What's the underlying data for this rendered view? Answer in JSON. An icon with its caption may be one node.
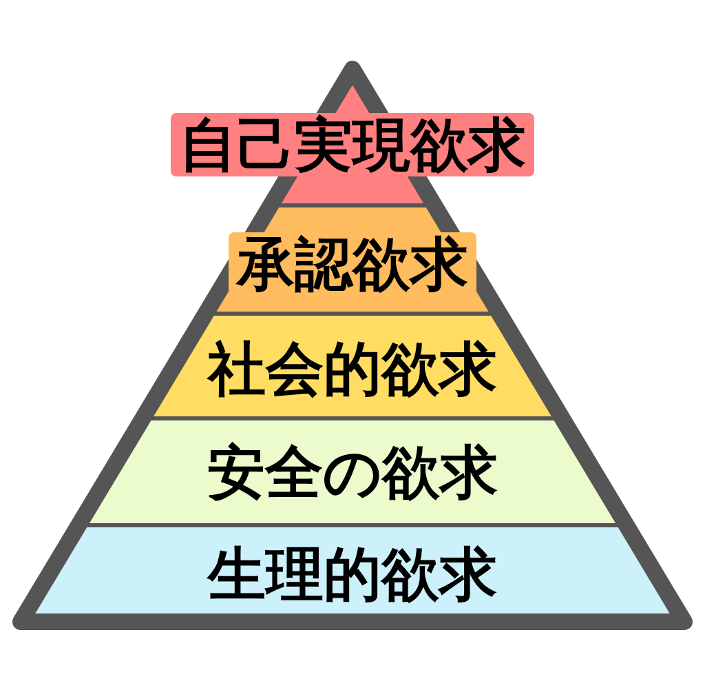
{
  "diagram": {
    "nodes": [
      {
        "text": [
          "自己実現欲求"
        ]
      },
      {
        "text": [
          "承認欲求"
        ]
      },
      {
        "text": [
          "社会的欲求"
        ]
      },
      {
        "text": [
          "安全の欲求"
        ]
      },
      {
        "text": [
          "生理的欲求"
        ]
      }
    ],
    "edges": []
  }
}
